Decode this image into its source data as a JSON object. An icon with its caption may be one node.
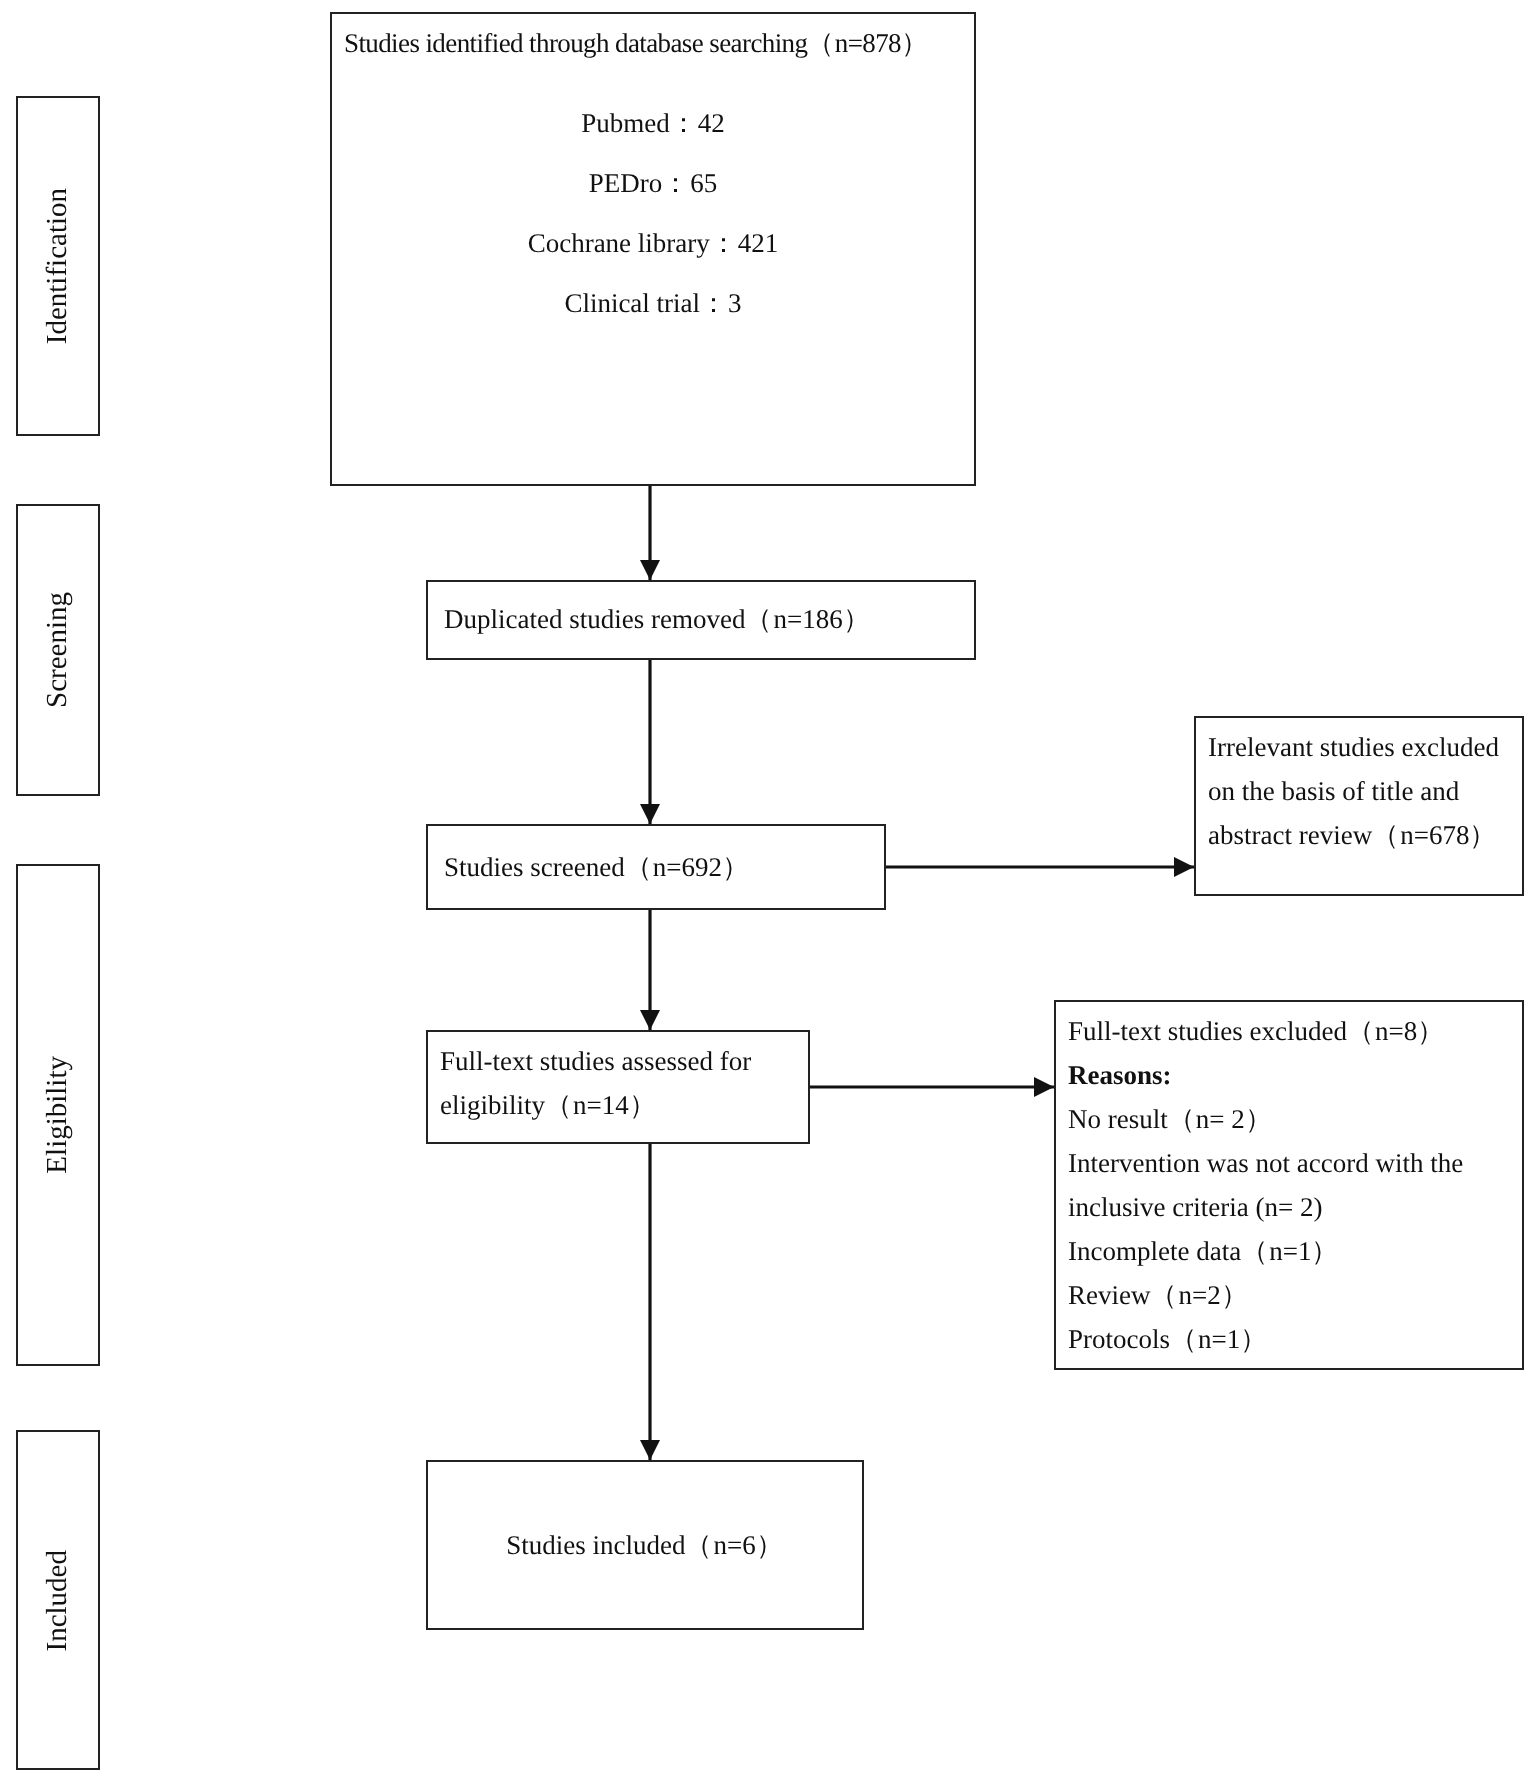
{
  "diagram": {
    "nodes": [
      {
        "text": [
          "Identification"
        ]
      },
      {
        "text": [
          "Studies identified through database searching（n=878）",
          "Pubmed：42",
          "PEDro：65",
          "Cochrane library：421",
          "Clinical trial：3"
        ]
      },
      {
        "text": [
          "Screening"
        ]
      },
      {
        "text": [
          "Duplicated studies removed（n=186）"
        ]
      },
      {
        "text": [
          "Studies screened（n=692）"
        ]
      },
      {
        "text": [
          "Irrelevant studies excluded on the basis of title and abstract review（n=678）"
        ]
      },
      {
        "text": [
          "Eligibility"
        ]
      },
      {
        "text": [
          "Full-text studies assessed for eligibility（n=14）"
        ]
      },
      {
        "text": [
          "Full-text studies excluded（n=8）",
          "Reasons:",
          "No result（n= 2）",
          "Intervention was not accord with the inclusive criteria (n= 2)",
          "Incomplete data（n=1）",
          "Review（n=2）",
          "Protocols（n=1）"
        ]
      },
      {
        "text": [
          "Included"
        ]
      },
      {
        "text": [
          "Studies included（n=6）"
        ]
      }
    ],
    "edges": [
      {
        "from": 1,
        "to": 3,
        "arrow": "to"
      },
      {
        "from": 3,
        "to": 4,
        "arrow": "to"
      },
      {
        "from": 4,
        "to": 5,
        "arrow": "to"
      },
      {
        "from": 4,
        "to": 7,
        "arrow": "to"
      },
      {
        "from": 7,
        "to": 8,
        "arrow": "to"
      },
      {
        "from": 7,
        "to": 10,
        "arrow": "to"
      }
    ]
  }
}
